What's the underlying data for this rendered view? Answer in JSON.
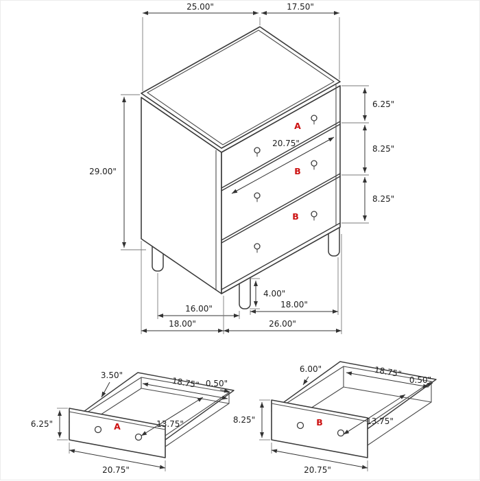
{
  "colors": {
    "line": "#3b3b3b",
    "label_red": "#cc1111",
    "dimension_text": "#1d1d1d",
    "background": "#ffffff"
  },
  "chest": {
    "labels": {
      "drawer_a": "A",
      "drawer_b_mid": "B",
      "drawer_b_bot": "B"
    },
    "dims": {
      "top_width": "25.00\"",
      "top_depth": "17.50\"",
      "height": "29.00\"",
      "drawer_a_height": "6.25\"",
      "drawer_b_mid_height": "8.25\"",
      "drawer_b_bot_height": "8.25\"",
      "drawer_inner_width": "20.75\"",
      "leg_height": "4.00\"",
      "base_front_left": "16.00\"",
      "base_front_right": "18.00\"",
      "base_depth": "18.00\"",
      "base_width": "26.00\""
    }
  },
  "drawer_a": {
    "label": "A",
    "dims": {
      "side_height": "3.50\"",
      "inner_width": "18.75\"",
      "wall_thickness": "0.50\"",
      "front_height": "6.25\"",
      "inner_depth": "13.75\"",
      "front_width": "20.75\""
    }
  },
  "drawer_b": {
    "label": "B",
    "dims": {
      "side_height": "6.00\"",
      "inner_width": "18.75\"",
      "wall_thickness": "0.50\"",
      "front_height": "8.25\"",
      "inner_depth": "13.75\"",
      "front_width": "20.75\""
    }
  }
}
